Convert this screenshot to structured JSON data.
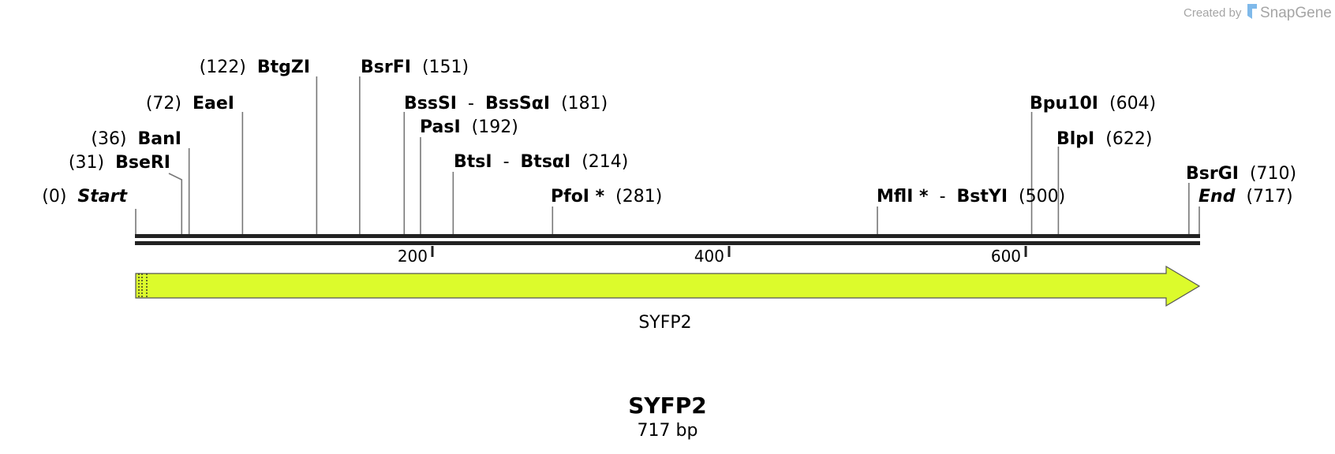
{
  "credit": {
    "prefix": "Created by",
    "brand": "SnapGene"
  },
  "colors": {
    "feature": "#dcfb2c",
    "backbone": "#222222",
    "connector": "#777777",
    "credit": "#a5a5a5"
  },
  "title": "SYFP2",
  "length_label": "717 bp",
  "chart_data": {
    "type": "linear_map",
    "sequence_length": 717,
    "ruler_ticks": [
      {
        "value": 200,
        "label": "200"
      },
      {
        "value": 400,
        "label": "400"
      },
      {
        "value": 600,
        "label": "600"
      }
    ],
    "feature": {
      "name": "SYFP2",
      "start": 0,
      "end": 717,
      "direction": "forward",
      "color": "#dcfb2c"
    },
    "sites": [
      {
        "id": "start",
        "parts": [
          {
            "text": "(0)",
            "style": "num"
          },
          {
            "text": "Start",
            "style": "ital"
          }
        ],
        "position": 0
      },
      {
        "id": "bseri",
        "parts": [
          {
            "text": "(31)",
            "style": "num"
          },
          {
            "text": "BseRI",
            "style": "enz"
          }
        ],
        "position": 31
      },
      {
        "id": "bani",
        "parts": [
          {
            "text": "(36)",
            "style": "num"
          },
          {
            "text": "BanI",
            "style": "enz"
          }
        ],
        "position": 36
      },
      {
        "id": "eaei",
        "parts": [
          {
            "text": "(72)",
            "style": "num"
          },
          {
            "text": "EaeI",
            "style": "enz"
          }
        ],
        "position": 72
      },
      {
        "id": "btgzi",
        "parts": [
          {
            "text": "(122)",
            "style": "num"
          },
          {
            "text": "BtgZI",
            "style": "enz"
          }
        ],
        "position": 122
      },
      {
        "id": "bsrfi",
        "parts": [
          {
            "text": "BsrFI",
            "style": "enz"
          },
          {
            "text": "(151)",
            "style": "num"
          }
        ],
        "position": 151
      },
      {
        "id": "bsssi",
        "parts": [
          {
            "text": "BssSI",
            "style": "enz"
          },
          {
            "text": "-",
            "style": "num"
          },
          {
            "text": "BssSαI",
            "style": "enz"
          },
          {
            "text": "(181)",
            "style": "num"
          }
        ],
        "position": 181
      },
      {
        "id": "pasi",
        "parts": [
          {
            "text": "PasI",
            "style": "enz"
          },
          {
            "text": "(192)",
            "style": "num"
          }
        ],
        "position": 192
      },
      {
        "id": "btsi",
        "parts": [
          {
            "text": "BtsI",
            "style": "enz"
          },
          {
            "text": "-",
            "style": "num"
          },
          {
            "text": "BtsαI",
            "style": "enz"
          },
          {
            "text": "(214)",
            "style": "num"
          }
        ],
        "position": 214
      },
      {
        "id": "pfoi",
        "parts": [
          {
            "text": "PfoI *",
            "style": "enz"
          },
          {
            "text": "(281)",
            "style": "num"
          }
        ],
        "position": 281
      },
      {
        "id": "mfli",
        "parts": [
          {
            "text": "MflI *",
            "style": "enz"
          },
          {
            "text": "-",
            "style": "num"
          },
          {
            "text": "BstYI",
            "style": "enz"
          },
          {
            "text": "(500)",
            "style": "num"
          }
        ],
        "position": 500
      },
      {
        "id": "bpu10i",
        "parts": [
          {
            "text": "Bpu10I",
            "style": "enz"
          },
          {
            "text": "(604)",
            "style": "num"
          }
        ],
        "position": 604
      },
      {
        "id": "blpi",
        "parts": [
          {
            "text": "BlpI",
            "style": "enz"
          },
          {
            "text": "(622)",
            "style": "num"
          }
        ],
        "position": 622
      },
      {
        "id": "bsrgi",
        "parts": [
          {
            "text": "BsrGI",
            "style": "enz"
          },
          {
            "text": "(710)",
            "style": "num"
          }
        ],
        "position": 710
      },
      {
        "id": "end",
        "parts": [
          {
            "text": "End",
            "style": "ital"
          },
          {
            "text": "(717)",
            "style": "num"
          }
        ],
        "position": 717
      }
    ]
  }
}
